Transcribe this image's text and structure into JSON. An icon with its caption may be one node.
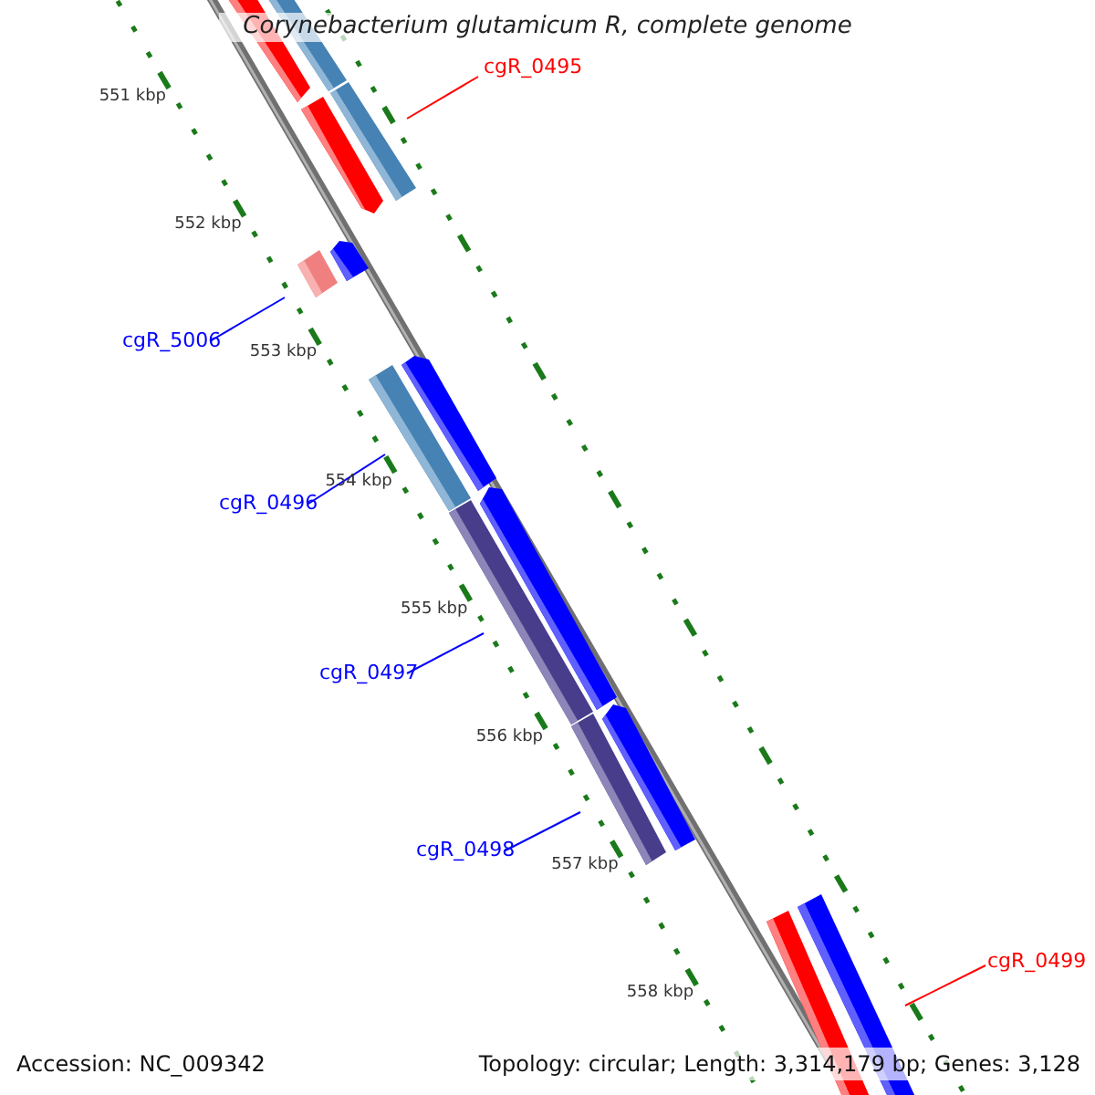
{
  "diagram": {
    "title": "Corynebacterium glutamicum R, complete genome",
    "nodes": [
      {
        "text": [],
        "shape": "bar"
      },
      {
        "text": [],
        "shape": "bar"
      },
      {
        "text": [],
        "shape": "bar"
      },
      {
        "text": [],
        "shape": "bar"
      },
      {
        "text": [
          "cgR_0495"
        ]
      },
      {
        "text": [
          "cgR_5006"
        ]
      },
      {
        "text": [],
        "shape": "bar"
      },
      {
        "text": [],
        "shape": "bar"
      },
      {
        "text": [],
        "shape": "bar"
      },
      {
        "text": [],
        "shape": "bar"
      },
      {
        "text": [
          "cgR_0496"
        ]
      },
      {
        "text": [],
        "shape": "bar"
      },
      {
        "text": [],
        "shape": "bar"
      },
      {
        "text": [
          "cgR_0497"
        ]
      },
      {
        "text": [],
        "shape": "bar"
      },
      {
        "text": [],
        "shape": "bar"
      },
      {
        "text": [
          "cgR_0498"
        ]
      },
      {
        "text": [],
        "shape": "bar"
      },
      {
        "text": [],
        "shape": "bar"
      },
      {
        "text": [
          "cgR_0499"
        ]
      }
    ],
    "edges": [
      {
        "from": 4,
        "to": 3,
        "arrow": "none",
        "color": "#ff0000"
      },
      {
        "from": 5,
        "to": 6,
        "arrow": "none"
      },
      {
        "from": 10,
        "to": 8,
        "arrow": "none"
      },
      {
        "from": 13,
        "to": 12,
        "arrow": "none"
      },
      {
        "from": 16,
        "to": 15,
        "arrow": "none"
      },
      {
        "from": 19,
        "to": 18,
        "arrow": "none",
        "color": "#ff0000"
      }
    ],
    "labels": [
      "551 kbp",
      "552 kbp",
      "553 kbp",
      "554 kbp",
      "555 kbp",
      "556 kbp",
      "557 kbp",
      "558 kbp",
      "Accession: NC_009342",
      "Topology: circular; Length: 3,314,179 bp; Genes: 3,128"
    ]
  }
}
